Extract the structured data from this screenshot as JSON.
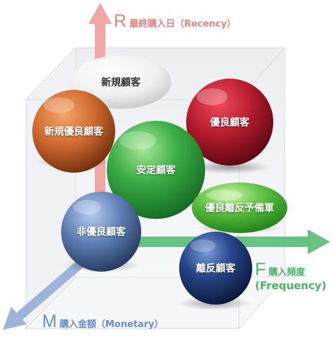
{
  "axes": {
    "recency": {
      "letter": "R",
      "label": "最終購入日（Recency）"
    },
    "frequency": {
      "letter": "F",
      "label": "購入頻度",
      "sublabel": "(Frequency)"
    },
    "monetary": {
      "letter": "M",
      "label": "購入金額（Monetary）"
    }
  },
  "segments": {
    "new": "新規顧客",
    "new_excellent": "新規優良顧客",
    "excellent": "優良顧客",
    "stable": "安定顧客",
    "churn_risk_excellent": "優良離反予備軍",
    "non_excellent": "非優良顧客",
    "churned": "離反顧客"
  },
  "colors": {
    "recency_axis": "#f0a0a0",
    "frequency_axis": "#5fc37e",
    "monetary_axis": "#8fa9d6",
    "new": "#eeeeee",
    "new_excellent": "#c8662e",
    "excellent": "#b5202f",
    "stable": "#3aa548",
    "churn_risk_excellent": "#4cb23e",
    "non_excellent": "#5b7cae",
    "churned": "#233f7a"
  }
}
